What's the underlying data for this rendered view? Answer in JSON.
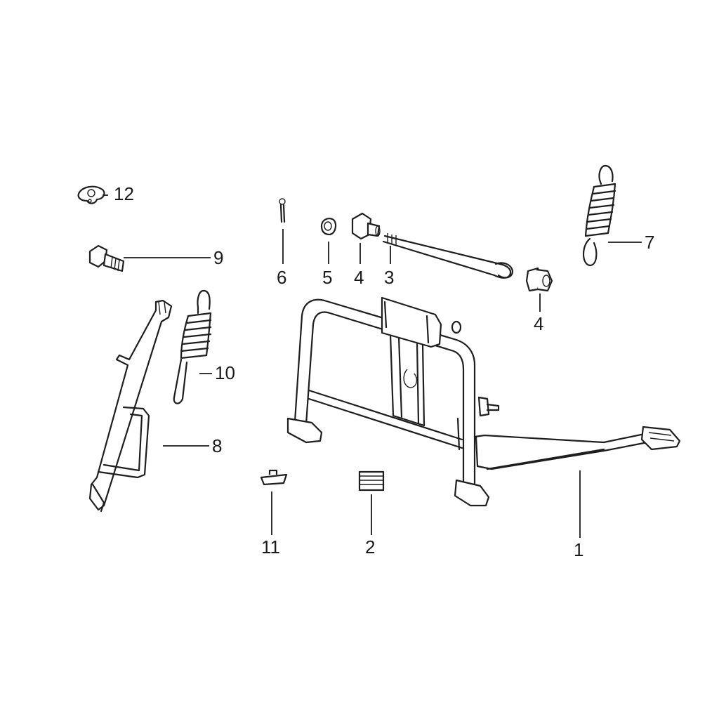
{
  "callouts": {
    "c1": "1",
    "c2": "2",
    "c3": "3",
    "c4a": "4",
    "c4b": "4",
    "c5": "5",
    "c6": "6",
    "c7": "7",
    "c8": "8",
    "c9": "9",
    "c10": "10",
    "c11": "11",
    "c12": "12"
  },
  "colors": {
    "line": "#1e1e1e",
    "background": "#ffffff"
  }
}
